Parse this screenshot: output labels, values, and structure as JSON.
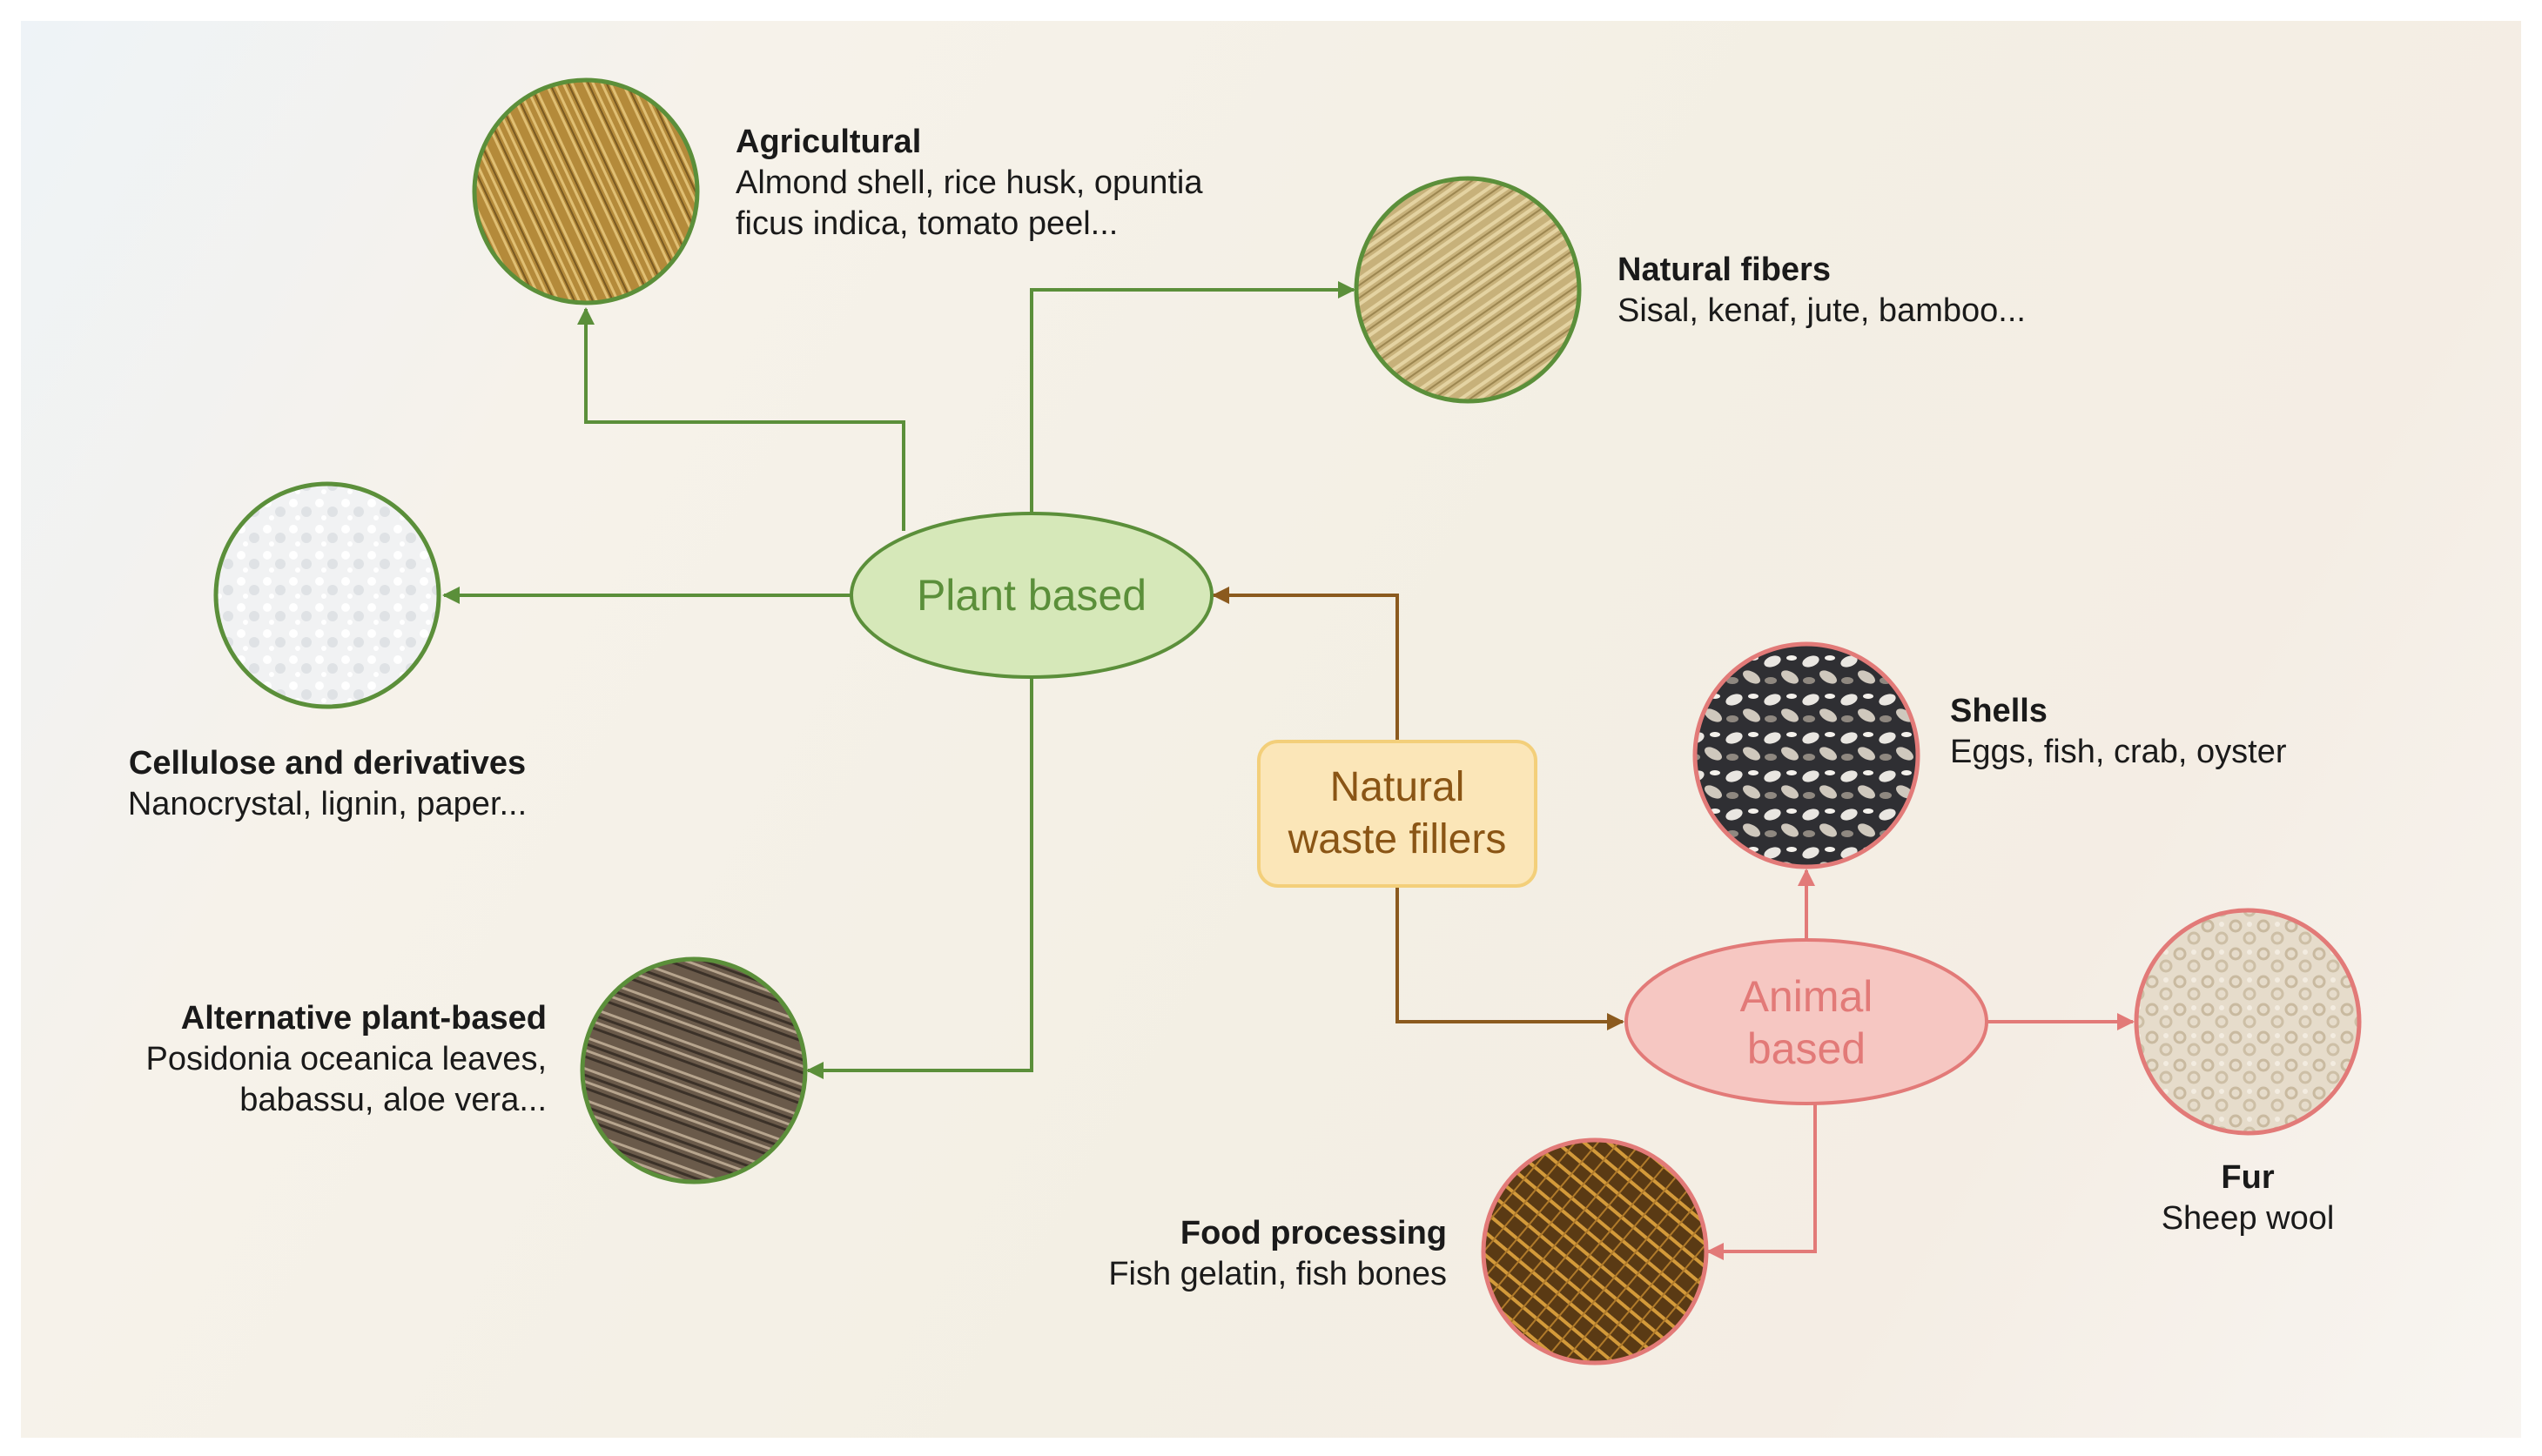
{
  "center": {
    "label_line1": "Natural",
    "label_line2": "waste fillers"
  },
  "plant": {
    "label": "Plant based",
    "color": "#5b8f3a",
    "fill": "#d6e8b9"
  },
  "animal": {
    "label_line1": "Animal",
    "label_line2": "based",
    "color": "#e27a78",
    "fill": "#f6c7c2"
  },
  "categories": {
    "agricultural": {
      "title": "Agricultural",
      "desc_line1": "Almond shell, rice husk, opuntia",
      "desc_line2": "ficus indica, tomato peel..."
    },
    "natural_fibers": {
      "title": "Natural fibers",
      "desc_line1": "Sisal, kenaf, jute, bamboo..."
    },
    "cellulose": {
      "title": "Cellulose and derivatives",
      "desc_line1": "Nanocrystal, lignin, paper..."
    },
    "alternative": {
      "title": "Alternative plant-based",
      "desc_line1": "Posidonia oceanica leaves,",
      "desc_line2": "babassu, aloe vera..."
    },
    "shells": {
      "title": "Shells",
      "desc_line1": "Eggs, fish, crab, oyster"
    },
    "fur": {
      "title": "Fur",
      "desc_line1": "Sheep wool"
    },
    "food": {
      "title": "Food processing",
      "desc_line1": "Fish gelatin, fish bones"
    }
  },
  "colors": {
    "center_fill": "#fbe6b8",
    "center_stroke": "#f3cf7a",
    "center_text": "#8a5515",
    "center_arrow": "#8b5a1e"
  }
}
